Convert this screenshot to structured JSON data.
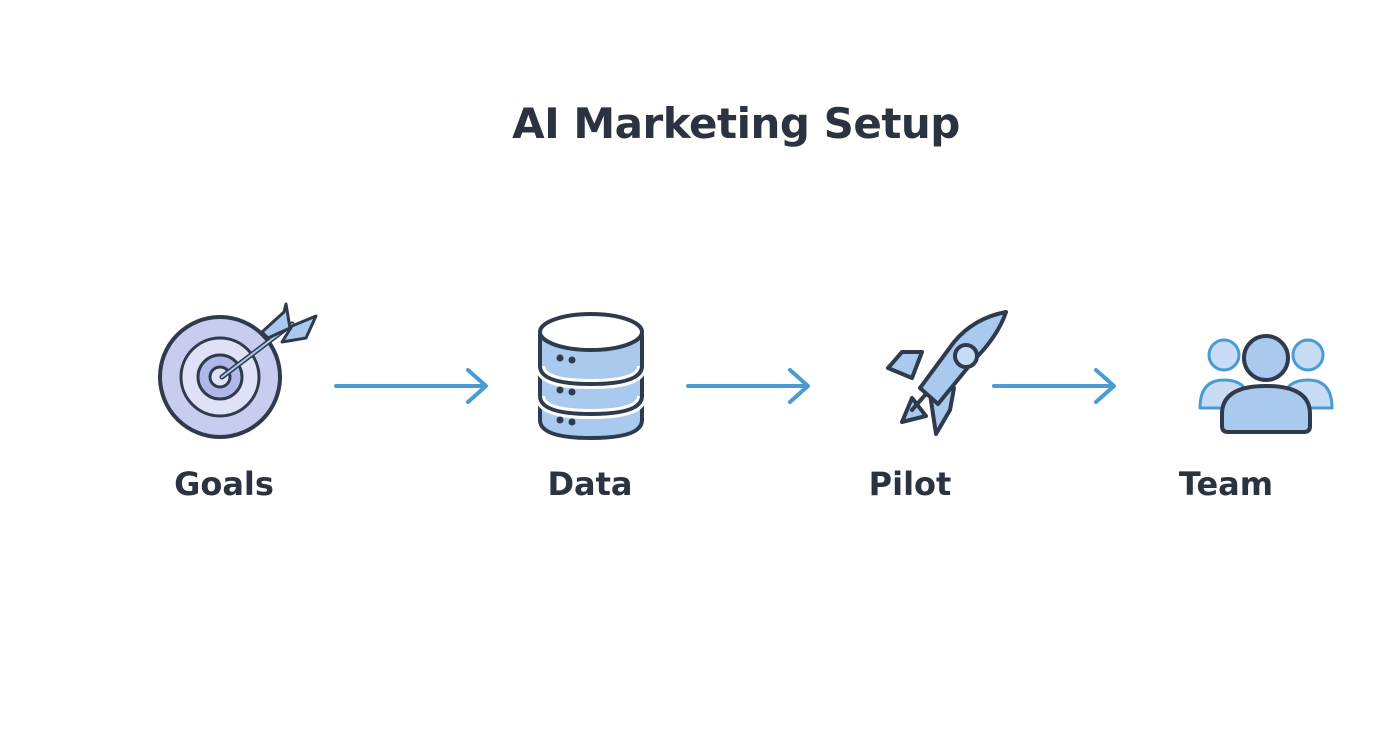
{
  "title": "AI Marketing Setup",
  "steps": [
    {
      "label": "Goals",
      "icon": "target-icon"
    },
    {
      "label": "Data",
      "icon": "database-icon"
    },
    {
      "label": "Pilot",
      "icon": "rocket-icon"
    },
    {
      "label": "Team",
      "icon": "team-icon"
    }
  ],
  "colors": {
    "outline": "#2f3b4c",
    "fill": "#a9c9ee",
    "fill_light": "#c9dcf5",
    "target_fill": "#c8ccef",
    "arrow": "#4a9bd4",
    "text": "#2b3340"
  }
}
